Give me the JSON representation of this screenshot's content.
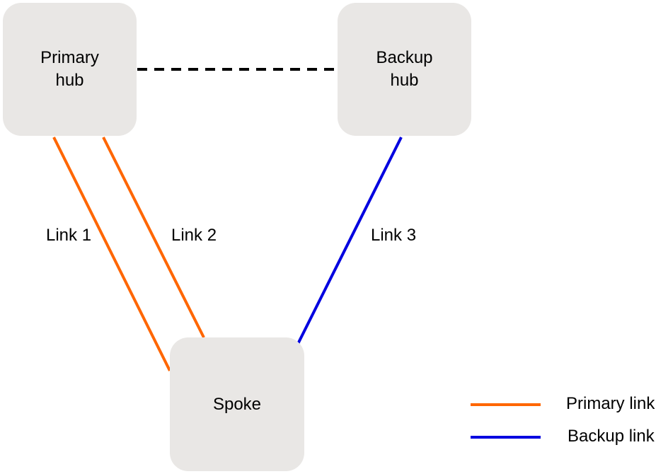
{
  "nodes": {
    "primary_hub": "Primary\nhub",
    "backup_hub": "Backup\nhub",
    "spoke": "Spoke"
  },
  "links": [
    {
      "label": "Link 1",
      "kind": "primary"
    },
    {
      "label": "Link 2",
      "kind": "primary"
    },
    {
      "label": "Link 3",
      "kind": "backup"
    },
    {
      "label": "",
      "kind": "hub-interconnect",
      "style": "dashed"
    }
  ],
  "legend": {
    "primary": "Primary link",
    "backup": "Backup link"
  },
  "colors": {
    "primary_link": "#ff6600",
    "backup_link": "#0000e0",
    "hub_interconnect": "#000000",
    "node_fill": "#e9e7e5"
  }
}
